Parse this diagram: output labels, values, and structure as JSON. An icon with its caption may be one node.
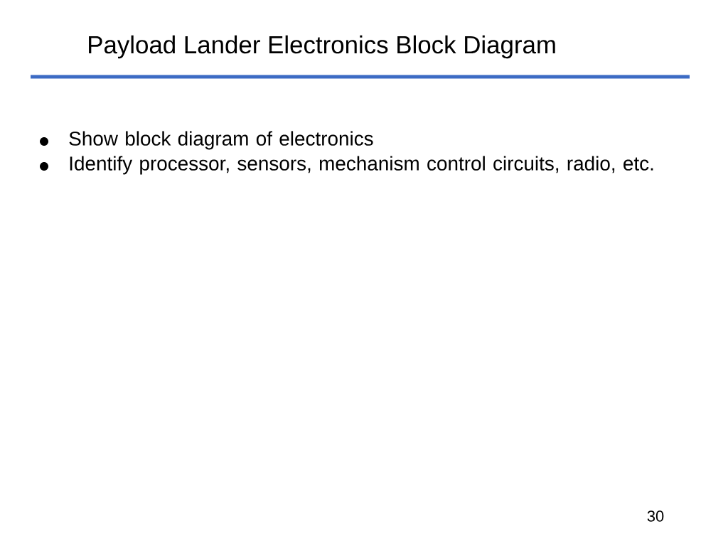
{
  "diagram": {
    "title": "Payload Lander Electronics Block Diagram",
    "labels": [
      "Show block diagram of electronics",
      "Identify processor, sensors, mechanism control circuits, radio, etc.",
      "30"
    ]
  }
}
